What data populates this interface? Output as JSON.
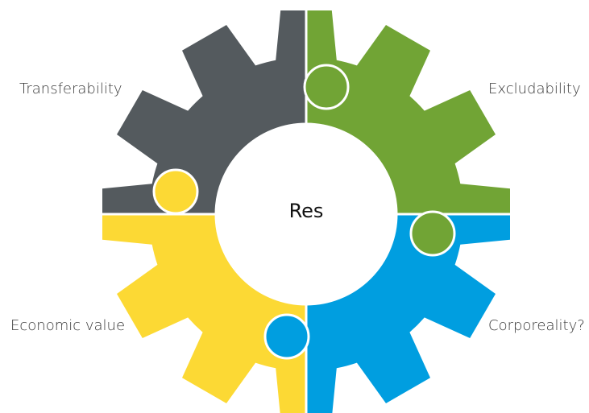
{
  "center": {
    "label": "Res"
  },
  "quadrants": [
    {
      "id": "top-left",
      "label": "Transferability",
      "color": "#545A5E"
    },
    {
      "id": "top-right",
      "label": "Excludability",
      "color": "#71A435"
    },
    {
      "id": "bottom-left",
      "label": "Economic value",
      "color": "#FCD934"
    },
    {
      "id": "bottom-right",
      "label": "Corporeality?",
      "color": "#009EE0"
    }
  ]
}
